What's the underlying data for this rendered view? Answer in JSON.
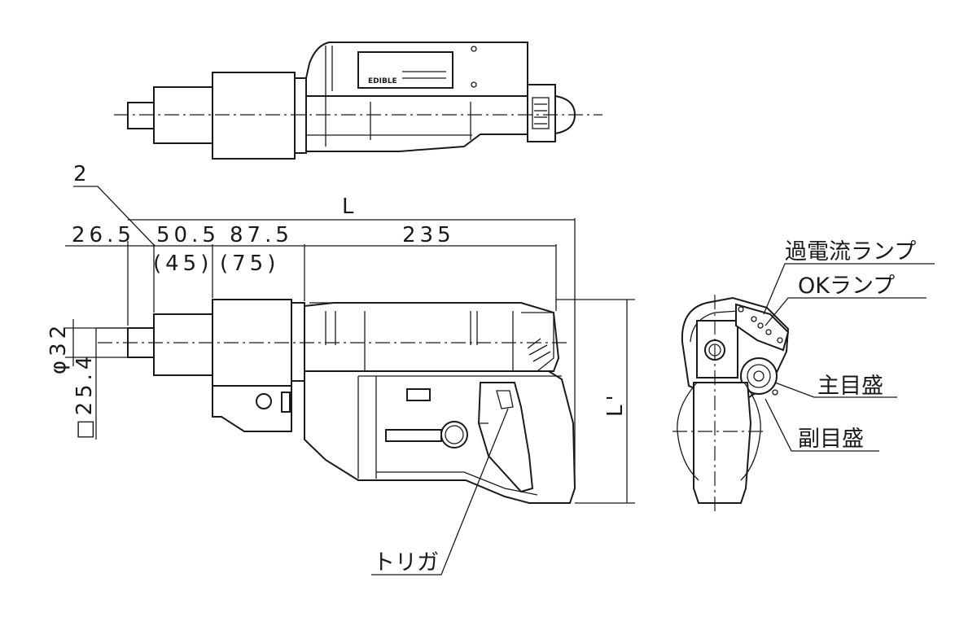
{
  "dimensions": {
    "chamfer": "2",
    "overall_length": "L",
    "seg_1": "26.5",
    "seg_2": "50.5",
    "seg_3": "87.5",
    "seg_4": "235",
    "seg_2_alt": "(45)",
    "seg_3_alt": "(75)",
    "diameter": "φ32",
    "square": "□25.4",
    "height": "L'"
  },
  "labels": {
    "overcurrent_lamp": "過電流ランプ",
    "ok_lamp": "OKランプ",
    "main_scale": "主目盛",
    "sub_scale": "副目盛",
    "trigger": "トリガ"
  },
  "nameplate": {
    "brand": "EDIBLE"
  },
  "colors": {
    "line": "#1a1a1a",
    "background": "#ffffff"
  }
}
